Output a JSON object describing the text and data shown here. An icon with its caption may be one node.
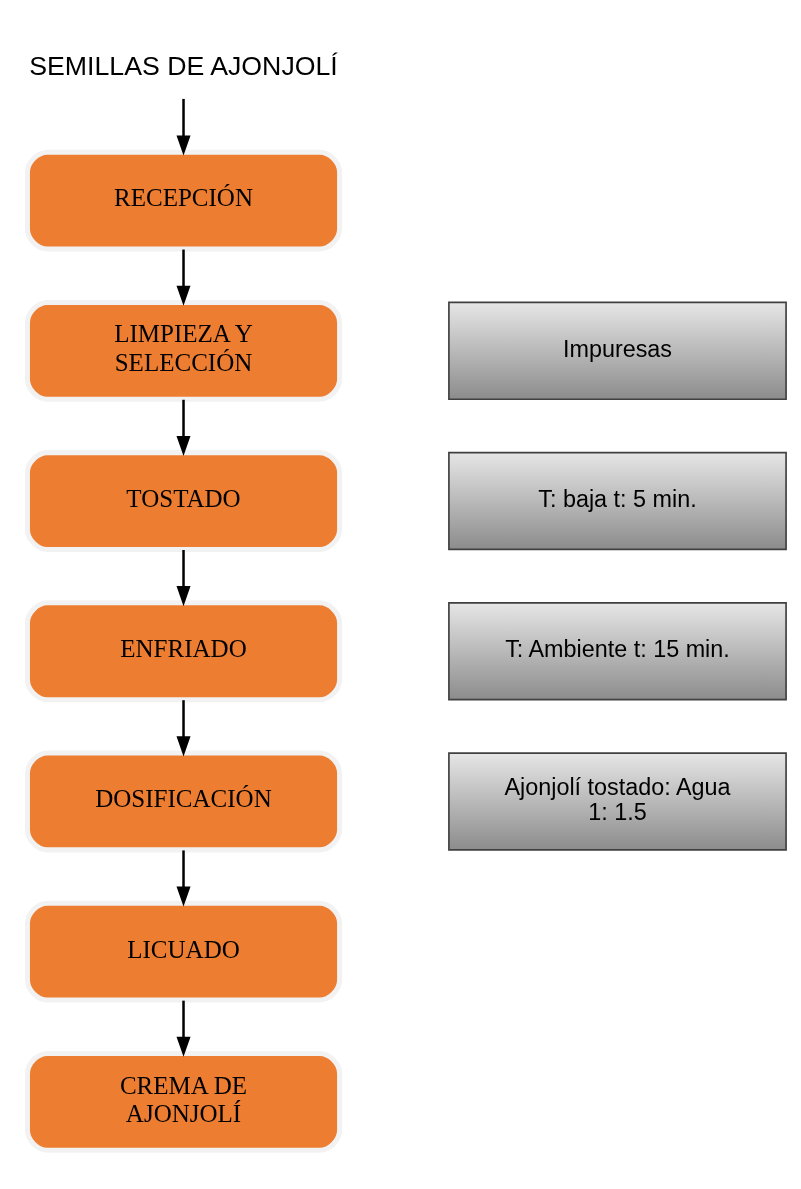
{
  "diagram": {
    "nodes": [
      {
        "text": [
          "SEMILLAS DE AJONJOLÍ"
        ]
      },
      {
        "text": [
          "RECEPCIÓN"
        ]
      },
      {
        "text": [
          "LIMPIEZA Y SELECCIÓN"
        ]
      },
      {
        "text": [
          "TOSTADO"
        ]
      },
      {
        "text": [
          "ENFRIADO"
        ]
      },
      {
        "text": [
          "DOSIFICACIÓN"
        ]
      },
      {
        "text": [
          "LICUADO"
        ]
      },
      {
        "text": [
          "CREMA DE AJONJOLÍ"
        ]
      },
      {
        "text": [
          "Impuresas"
        ]
      },
      {
        "text": [
          "T: baja t: 5 min."
        ]
      },
      {
        "text": [
          "T: Ambiente t: 15 min."
        ]
      },
      {
        "text": [
          "Ajonjolí tostado: Agua 1: 1.5"
        ]
      }
    ],
    "edges": [
      {
        "from": 0,
        "to": 1,
        "arrow": "to"
      },
      {
        "from": 1,
        "to": 2,
        "arrow": "to"
      },
      {
        "from": 2,
        "to": 3,
        "arrow": "to"
      },
      {
        "from": 3,
        "to": 4,
        "arrow": "to"
      },
      {
        "from": 4,
        "to": 5,
        "arrow": "to"
      },
      {
        "from": 5,
        "to": 6,
        "arrow": "to"
      },
      {
        "from": 6,
        "to": 7,
        "arrow": "to"
      }
    ]
  }
}
